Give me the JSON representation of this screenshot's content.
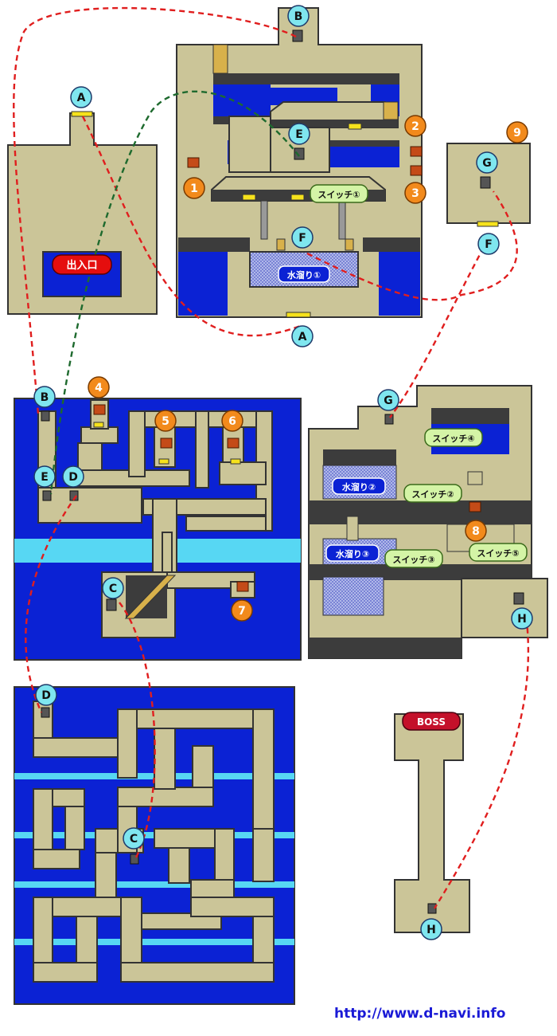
{
  "colors": {
    "floor": "#cbc598",
    "floor_edge": "#333333",
    "water": "#0b22d4",
    "shallow": "#57d7f3",
    "pit": "#3c3c3c",
    "stairs": "#d8b14b",
    "route_red": "#e01e1e",
    "route_green": "#1e6a2e",
    "marker_cyan": "#7fe6ef",
    "marker_orange": "#f28a1c",
    "switch_green": "#d4f4a6",
    "entrance_red": "#e50e0e",
    "boss_red": "#c4102a"
  },
  "markers": {
    "a1": "A",
    "a2": "A",
    "b1": "B",
    "b2": "B",
    "c1": "C",
    "c2": "C",
    "d1": "D",
    "d2": "D",
    "e1": "E",
    "e2": "E",
    "f1": "F",
    "f2": "F",
    "g1": "G",
    "g2": "G",
    "h1": "H",
    "h2": "H"
  },
  "chests": {
    "t1": "1",
    "t2": "2",
    "t3": "3",
    "t4": "4",
    "t5": "5",
    "t6": "6",
    "t7": "7",
    "t8": "8",
    "t9": "9"
  },
  "labels": {
    "entrance": "出入口",
    "boss": "BOSS",
    "pool1": "水溜り①",
    "pool2": "水溜り②",
    "pool3": "水溜り③",
    "switch1": "スイッチ①",
    "switch2": "スイッチ②",
    "switch3": "スイッチ③",
    "switch4": "スイッチ④",
    "switch5": "スイッチ⑤"
  },
  "footer": {
    "url": "http://www.d-navi.info"
  }
}
